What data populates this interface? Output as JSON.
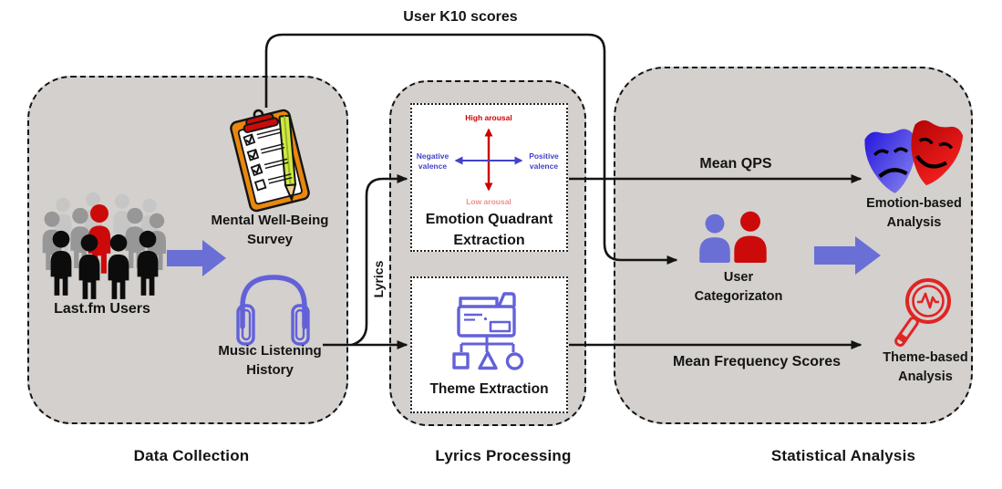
{
  "diagram": {
    "k10_flow_label": "User K10 scores",
    "lyrics_flow_label": "Lyrics",
    "mean_qps_label": "Mean QPS",
    "mean_freq_label": "Mean Frequency Scores"
  },
  "sections": {
    "data_collection": {
      "title": "Data Collection",
      "lastfm_users_label": "Last.fm Users",
      "survey_label": "Mental Well-Being\nSurvey",
      "music_history_label": "Music Listening\nHistory"
    },
    "lyrics_processing": {
      "title": "Lyrics Processing",
      "emotion_quadrant": {
        "title": "Emotion Quadrant\nExtraction",
        "high_arousal": "High arousal",
        "low_arousal": "Low arousal",
        "negative_valence": "Negative\nvalence",
        "positive_valence": "Positive\nvalence"
      },
      "theme_extraction": {
        "title": "Theme Extraction"
      }
    },
    "statistical_analysis": {
      "title": "Statistical Analysis",
      "user_categorization_label": "User\nCategorizaton",
      "emotion_based_label": "Emotion-based\nAnalysis",
      "theme_based_label": "Theme-based\nAnalysis"
    }
  },
  "icons": {
    "crowd": "lastfm-crowd-icon",
    "clipboard": "survey-clipboard-icon",
    "headphones": "headphones-icon",
    "quadrant_axes": "emotion-quadrant-axes-icon",
    "folder_tree": "theme-folder-tree-icon",
    "masks": "theater-masks-icon",
    "user_pair": "user-pair-icon",
    "magnifier": "magnifier-waveform-icon"
  },
  "colors": {
    "zone-fill": "#d3d0cd",
    "ink": "#141414",
    "arrow-blue": "#6a6fd6",
    "icon-blue": "#6361d9",
    "accent-red": "#cc0a0a",
    "mag-red": "#e02424",
    "quad-red": "#cc0000",
    "quad-red-light": "#ef8f8f",
    "quad-blue": "#4343c8",
    "clip-orange": "#e8880f",
    "pencil-green": "#cdea3e",
    "crowd-light": "#c6c6c6",
    "crowd-mid": "#979797",
    "crowd-dark": "#0c0c0c"
  }
}
